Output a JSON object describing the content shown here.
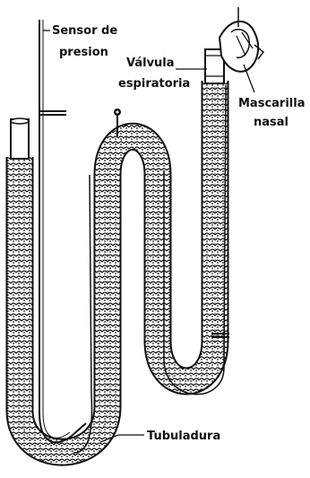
{
  "labels": {
    "sensor_line1": "Sensor de",
    "sensor_line2": "presion",
    "valve_line1": "Válvula",
    "valve_line2": "espiratoria",
    "mask_line1": "Mascarilla",
    "mask_line2": "nasal",
    "tubing": "Tubuladura"
  },
  "colors": {
    "ink": "#111111",
    "background": "#ffffff"
  }
}
